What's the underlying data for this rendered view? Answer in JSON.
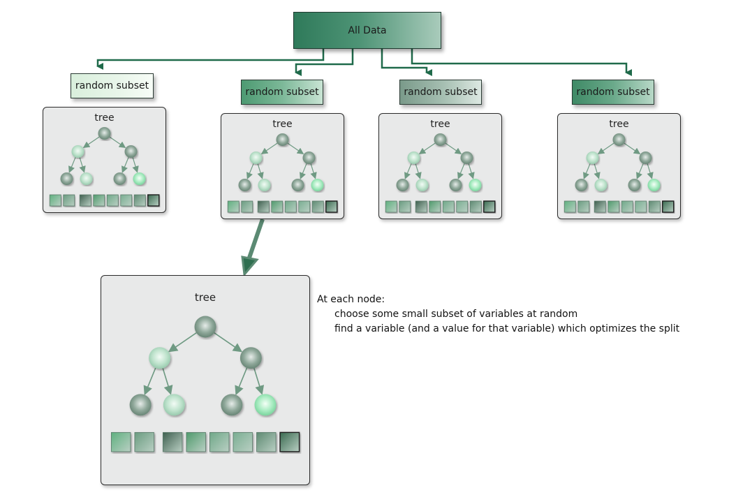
{
  "root": {
    "label": "All Data"
  },
  "subsets": [
    {
      "label": "random subset",
      "color": "#e5f4e6"
    },
    {
      "label": "random subset",
      "color": "#6aae8a"
    },
    {
      "label": "random subset",
      "color": "#a2bdaf"
    },
    {
      "label": "random subset",
      "color": "#5da07f"
    }
  ],
  "trees": [
    {
      "label": "tree"
    },
    {
      "label": "tree"
    },
    {
      "label": "tree"
    },
    {
      "label": "tree"
    }
  ],
  "zoomed_tree": {
    "label": "tree"
  },
  "node_colors": {
    "root": "dark",
    "level1": [
      "light",
      "dark"
    ],
    "level2": [
      "dark",
      "light",
      "dark",
      "bright"
    ]
  },
  "variable_squares": [
    "#5fb07f",
    "#6a9c80",
    "#3f5f4f",
    "#4f9a6c",
    "#6fa888",
    "#7aae92",
    "#5e8a72",
    "#3a6a50"
  ],
  "notes": {
    "heading": "At each node:",
    "lines": [
      "choose some small subset of variables at random",
      "find a variable (and a value for that variable) which optimizes the split"
    ]
  },
  "colors": {
    "connector": "#1f6a4a",
    "panel_bg": "#e8e9e9",
    "panel_border": "#2b2b2b"
  }
}
